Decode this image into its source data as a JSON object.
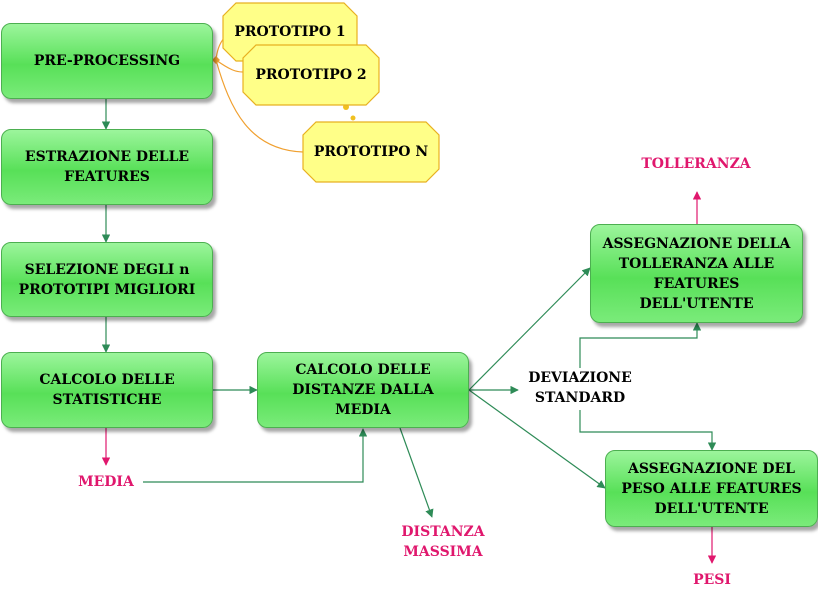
{
  "boxes": {
    "preprocessing": "PRE-PROCESSING",
    "estrazione": "ESTRAZIONE DELLE FEATURES",
    "selezione": "SELEZIONE DEGLI n PROTOTIPI MIGLIORI",
    "calcolo_statistiche": "CALCOLO DELLE STATISTICHE",
    "calcolo_distanze": "CALCOLO DELLE DISTANZE DALLA MEDIA",
    "assegnazione_tolleranza": "ASSEGNAZIONE DELLA TOLLERANZA ALLE FEATURES DELL'UTENTE",
    "assegnazione_peso": "ASSEGNAZIONE DEL PESO ALLE FEATURES DELL'UTENTE"
  },
  "prototypes": {
    "p1": "PROTOTIPO 1",
    "p2": "PROTOTIPO 2",
    "pn": "PROTOTIPO N"
  },
  "labels": {
    "media": "MEDIA",
    "distanza_massima": "DISTANZA MASSIMA",
    "deviazione_standard": "DEVIAZIONE STANDARD",
    "tolleranza": "TOLLERANZA",
    "pesi": "PESI"
  },
  "colors": {
    "box_green": "#58e058",
    "prototype_yellow": "#ffff80",
    "output_pink": "#e0176d",
    "arrow_green": "#2e8b57"
  }
}
